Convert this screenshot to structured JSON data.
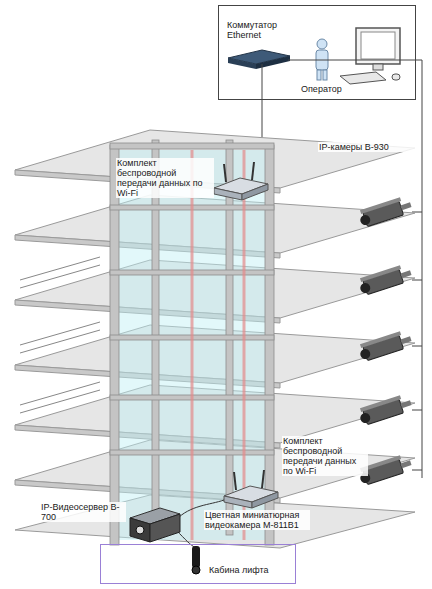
{
  "diagram": {
    "nodes": [
      {
        "text": [
          "Коммутатор Ethernet",
          "Оператор"
        ]
      },
      {
        "text": [
          "Кабина лифта"
        ]
      }
    ],
    "labels": [
      "IP-камеры B-930",
      "Комплект беспроводной передачи данных по Wi-Fi",
      "Комплект беспроводной передачи данных по Wi-Fi",
      "IP-Видеосервер B-700",
      "Цветная миниатюрная видеокамера M-811B1"
    ]
  }
}
